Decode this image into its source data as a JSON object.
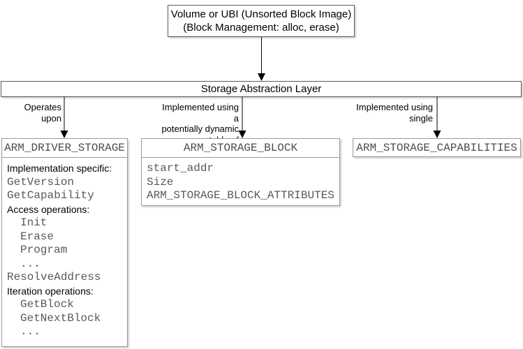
{
  "top_box": {
    "line1": "Volume or UBI (Unsorted Block Image)",
    "line2": "(Block Management: alloc, erase)"
  },
  "abstraction_bar": {
    "label": "Storage Abstraction Layer"
  },
  "edges": [
    {
      "target": "ARM_DRIVER_STORAGE",
      "lines": [
        "Operates",
        "upon"
      ]
    },
    {
      "target": "ARM_STORAGE_BLOCK",
      "lines": [
        "Implemented using a",
        "potentially dynamic",
        "table of"
      ]
    },
    {
      "target": "ARM_STORAGE_CAPABILITIES",
      "lines": [
        "Implemented using",
        "single"
      ]
    }
  ],
  "driver_box": {
    "title": "ARM_DRIVER_STORAGE",
    "lines": [
      {
        "text": "Implementation specific:",
        "kind": "label",
        "indent": false
      },
      {
        "text": "GetVersion",
        "kind": "code",
        "indent": false
      },
      {
        "text": "GetCapability",
        "kind": "code",
        "indent": false
      },
      {
        "text": "Access operations:",
        "kind": "label",
        "indent": false
      },
      {
        "text": "Init",
        "kind": "code",
        "indent": true
      },
      {
        "text": "Erase",
        "kind": "code",
        "indent": true
      },
      {
        "text": "Program",
        "kind": "code",
        "indent": true
      },
      {
        "text": "...",
        "kind": "code",
        "indent": true
      },
      {
        "text": "ResolveAddress",
        "kind": "code",
        "indent": false
      },
      {
        "text": "Iteration operations:",
        "kind": "label",
        "indent": false
      },
      {
        "text": "GetBlock",
        "kind": "code",
        "indent": true
      },
      {
        "text": "GetNextBlock",
        "kind": "code",
        "indent": true
      },
      {
        "text": "...",
        "kind": "code",
        "indent": true
      }
    ]
  },
  "block_box": {
    "title": "ARM_STORAGE_BLOCK",
    "lines": [
      {
        "text": "start_addr"
      },
      {
        "text": "Size"
      },
      {
        "text": "ARM_STORAGE_BLOCK_ATTRIBUTES"
      }
    ]
  },
  "capabilities_box": {
    "title": "ARM_STORAGE_CAPABILITIES"
  },
  "colors": {
    "background": "#ffffff",
    "dark_border": "#595959",
    "light_border": "#999999",
    "code_text": "#595959",
    "header_text": "#4d4d4d",
    "label_text": "#000000",
    "arrow": "#000000"
  }
}
